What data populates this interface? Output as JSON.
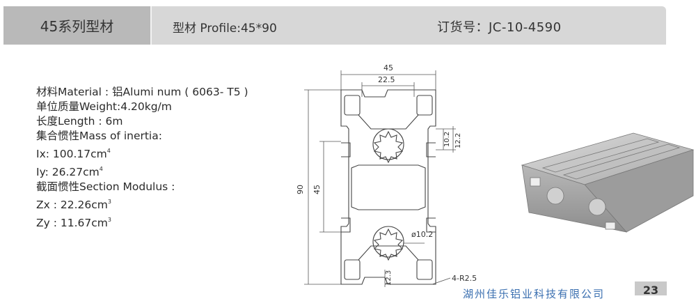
{
  "header": {
    "series_label": "45系列型材",
    "profile_label": "型材 Profile:45*90",
    "order_label": "订货号：JC-10-4590"
  },
  "specs": {
    "material": "材料Material : 铝Alumi num ( 6063- T5 )",
    "weight": "单位质量Weight:4.20kg/m",
    "length": "长度Length : 6m",
    "inertia_heading": "集合惯性Mass of  inertia:",
    "ix_label": "Ix: 100.17cm",
    "ix_exp": "4",
    "iy_label": "Iy: 26.27cm",
    "iy_exp": "4",
    "modulus_heading": "截面惯性Section Modulus :",
    "zx_label": "Zx : 22.26cm",
    "zx_exp": "3",
    "zy_label": "Zy : 11.67cm",
    "zy_exp": "3"
  },
  "drawing": {
    "dim_width": "45",
    "dim_slot": "22.5",
    "dim_height": "90",
    "dim_inner": "45",
    "dim_10_2": "10.2",
    "dim_12_2": "12.2",
    "dim_hole": "ø10.2",
    "dim_radius": "4-R2.5",
    "dim_12_3": "12.3"
  },
  "footer": {
    "company": "湖州佳乐铝业科技有限公司",
    "page": "23"
  },
  "colors": {
    "header_bg": "#d7d7d7",
    "tab_bg": "#b9b9b9",
    "line": "#444444",
    "company_blue": "#3a6fb0"
  }
}
